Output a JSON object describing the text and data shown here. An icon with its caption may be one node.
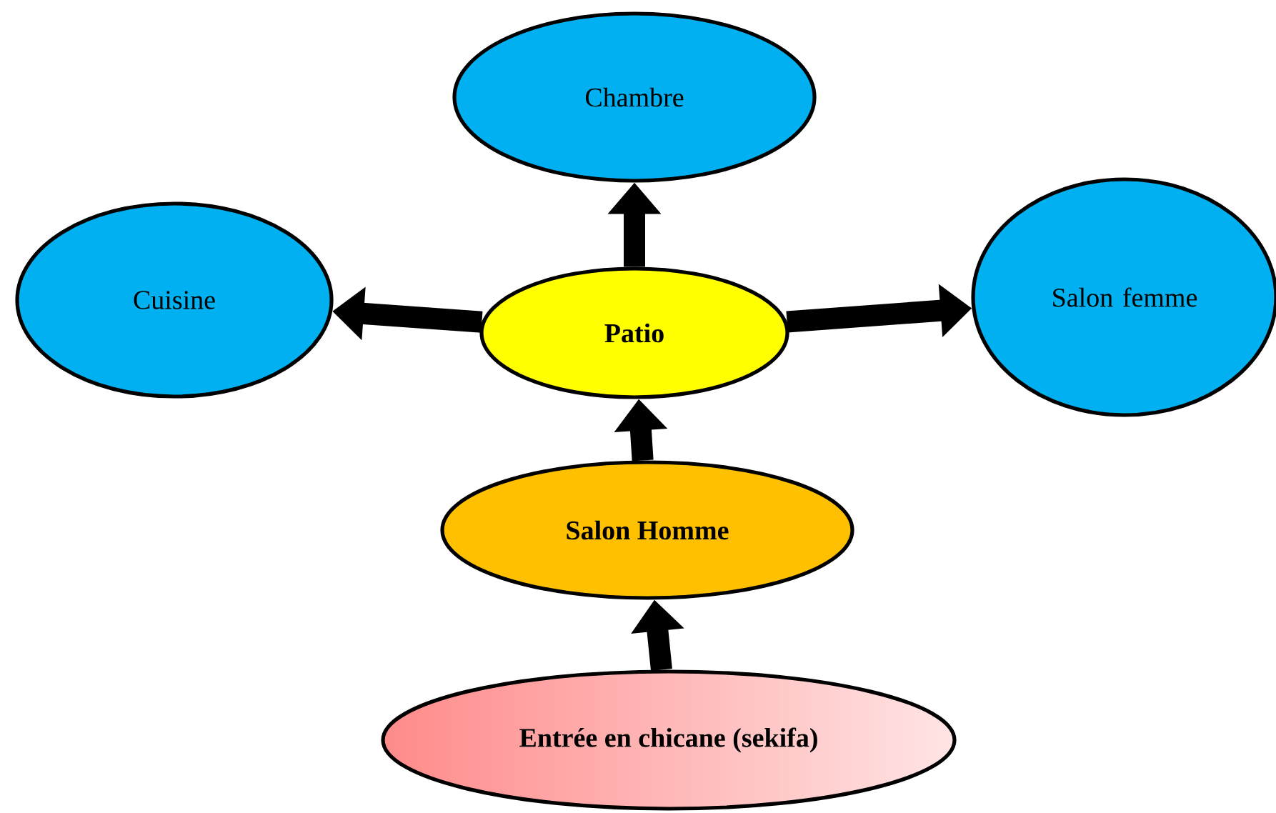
{
  "diagram": {
    "nodes": [
      {
        "text": [
          "Chambre"
        ]
      },
      {
        "text": [
          "Cuisine"
        ]
      },
      {
        "text": [
          "Patio"
        ]
      },
      {
        "text": [
          "Salon femme"
        ]
      },
      {
        "text": [
          "Salon Homme"
        ]
      },
      {
        "text": [
          "Entrée en chicane (sekifa)"
        ]
      }
    ],
    "edges": [
      {
        "from": 5,
        "to": 4,
        "arrow": "to"
      },
      {
        "from": 4,
        "to": 2,
        "arrow": "to"
      },
      {
        "from": 2,
        "to": 0,
        "arrow": "to"
      },
      {
        "from": 2,
        "to": 1,
        "arrow": "to"
      },
      {
        "from": 2,
        "to": 3,
        "arrow": "to"
      }
    ]
  }
}
